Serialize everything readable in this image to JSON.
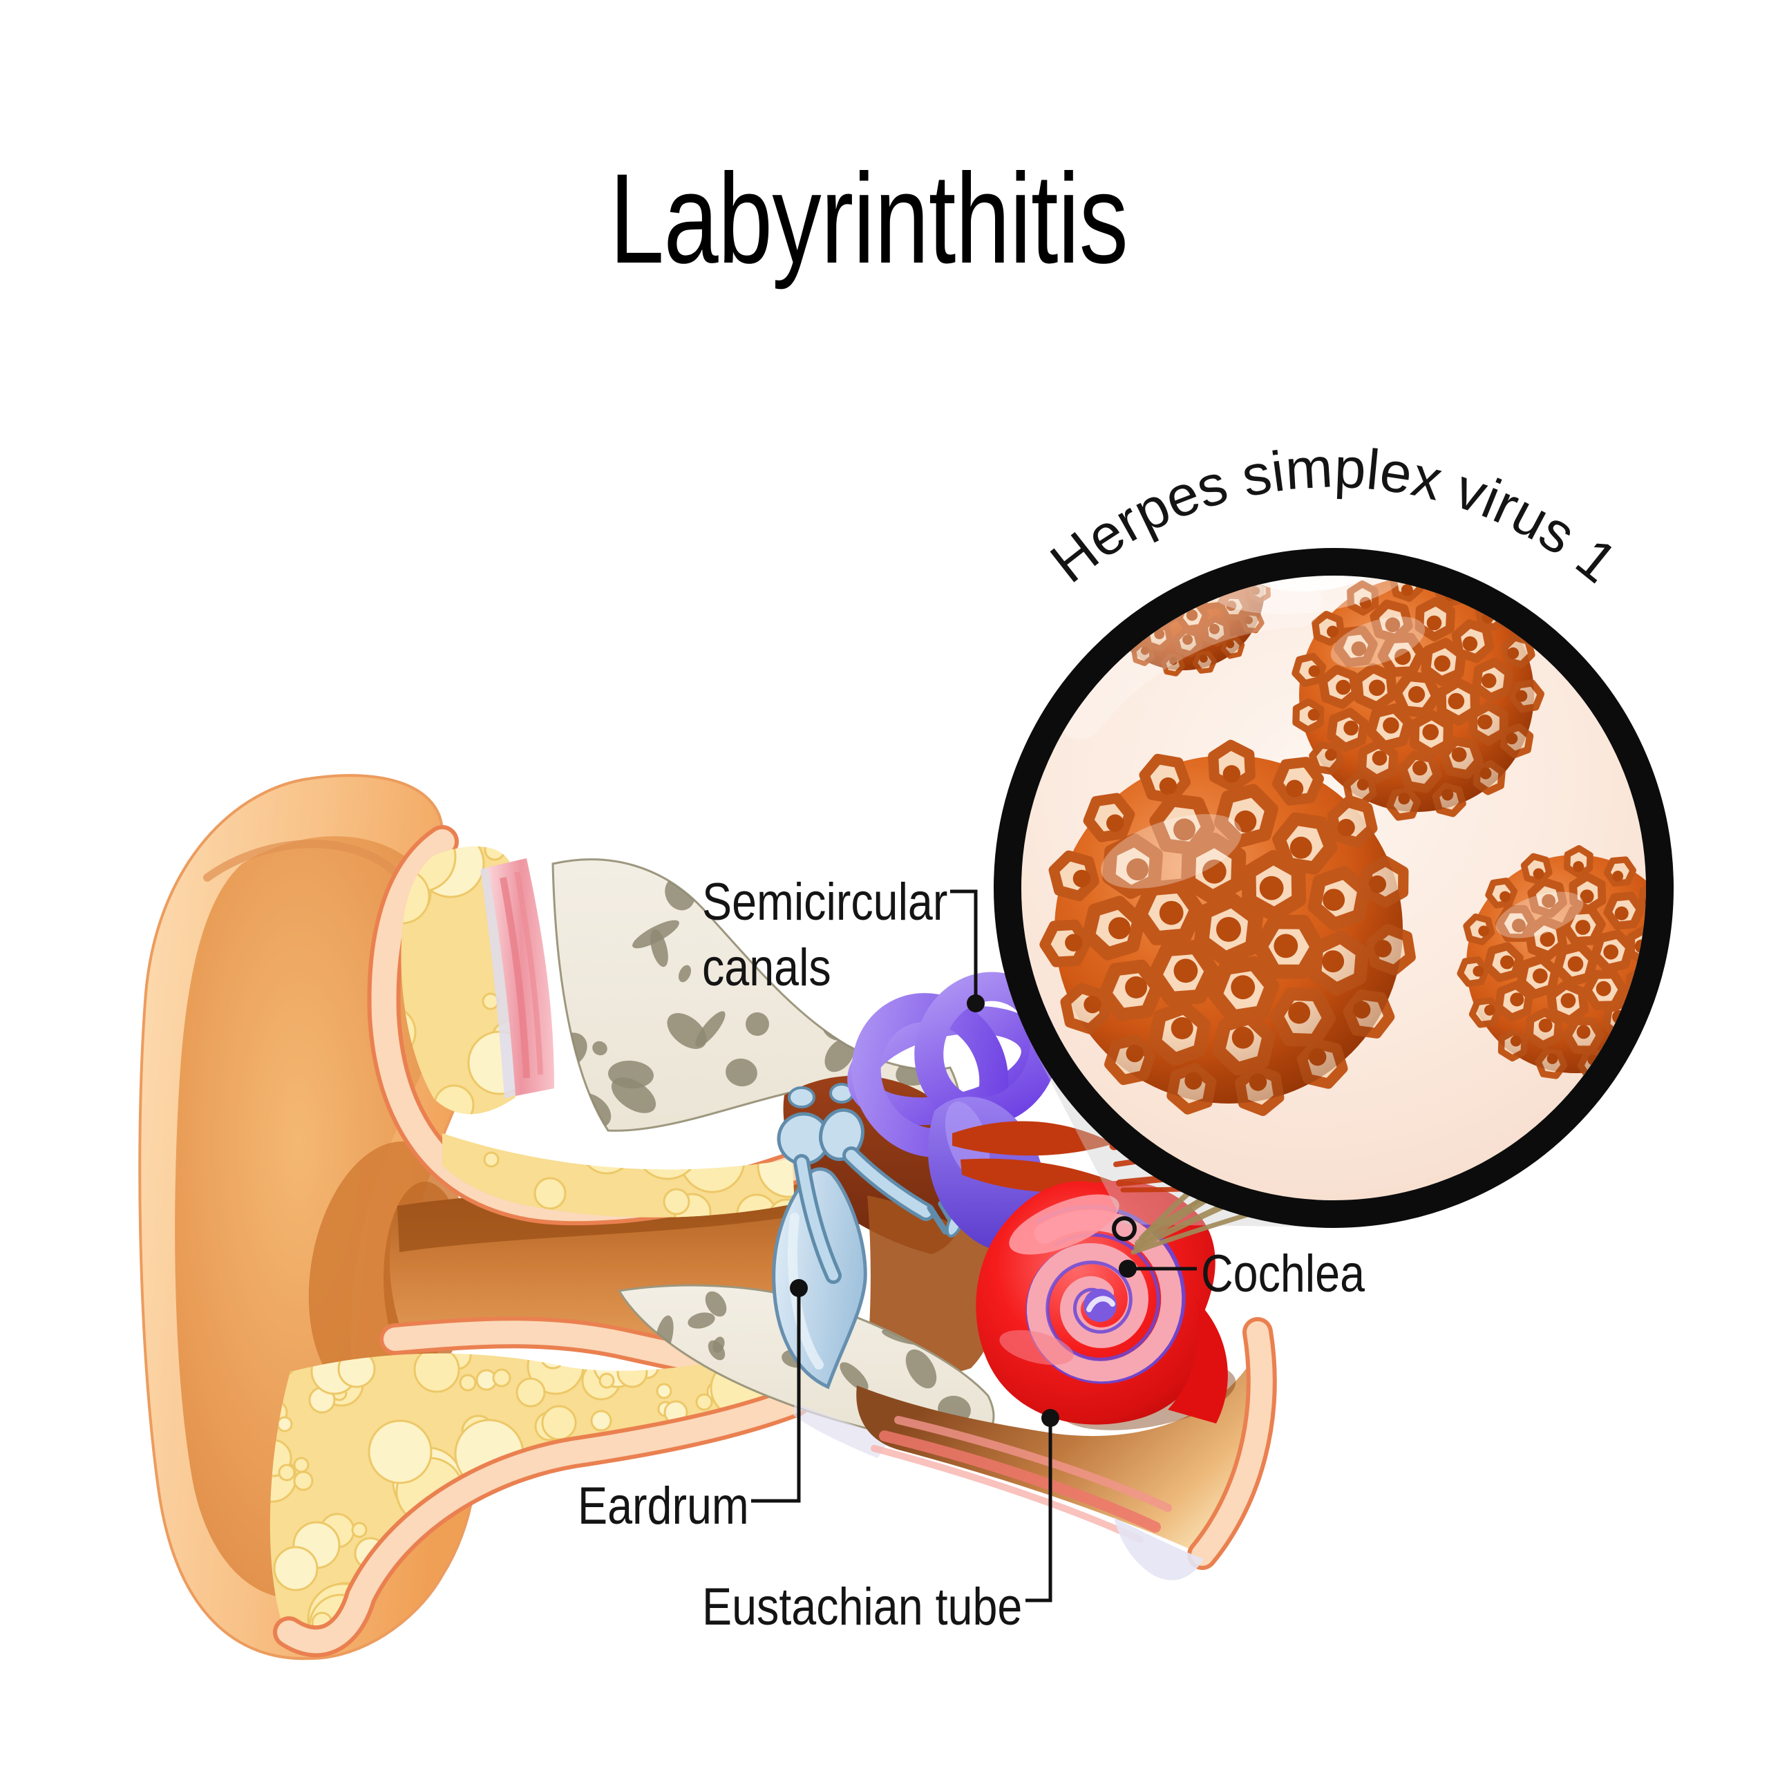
{
  "title": "Labyrinthitis",
  "magnifier": {
    "caption": "Herpes simplex virus 1"
  },
  "labels": {
    "semicircular_line1": "Semicircular",
    "semicircular_line2": "canals",
    "cochlea": "Cochlea",
    "eardrum": "Eardrum",
    "eustachian_tube": "Eustachian tube"
  },
  "colors": {
    "background": "#ffffff",
    "text": "#141414",
    "leader_line": "#111111",
    "magnifier_ring": "#0c0c0c",
    "lens_interior": "#fbe9dd",
    "virus_orange": "#cc5412",
    "virus_capsomere": "#f8d9bb",
    "virus_hole": "#b84b0e",
    "ear_skin_orange": "#f5b470",
    "fat_yellow": "#f8dd92",
    "fat_bubble": "#fdecb0",
    "skin_band_peach": "#fbd9ba",
    "skin_band_edge": "#ea8050",
    "muscle_pink": "#f3a8b0",
    "bone_cream": "#f0ebdf",
    "bone_speckle": "#8e8872",
    "canal_brown": "#cf7e3a",
    "semicircular_purple": "#7a52e0",
    "vestibule_purple": "#6a48d6",
    "cochlea_red": "#ee1111",
    "cochlea_spiral_pink": "#f6a7b2",
    "eardrum_blue": "#aecbe4",
    "ossicle_blue": "#c6ddee",
    "nerve_red": "#c2390f",
    "nerve_tan": "#a18a58",
    "beam_gray": "#cccccc"
  }
}
